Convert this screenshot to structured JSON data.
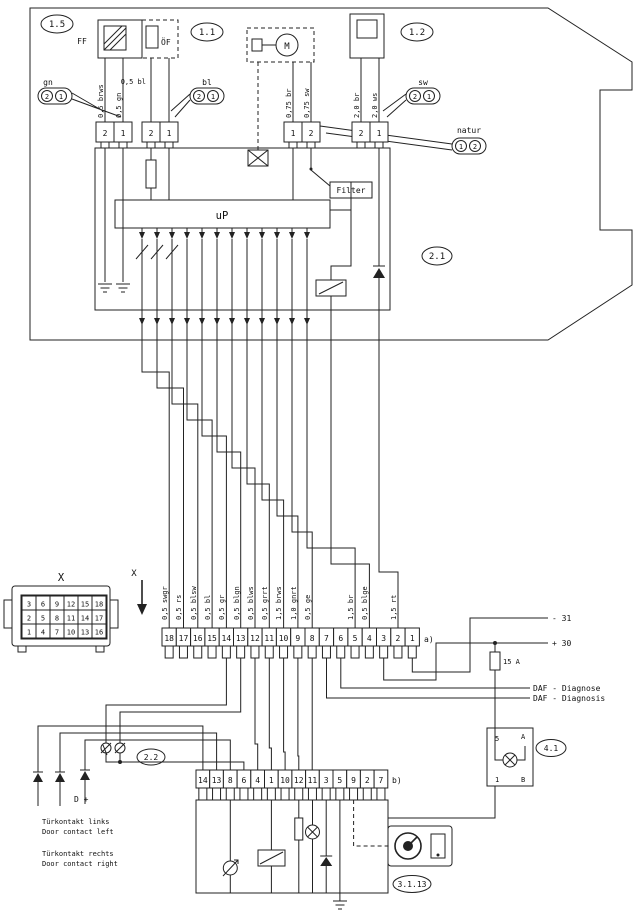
{
  "labels": {
    "m15": "1.5",
    "m11": "1.1",
    "m12": "1.2",
    "m21": "2.1",
    "m22": "2.2",
    "m41": "4.1",
    "m3113": "3.1.13",
    "ff": "FF",
    "oef": "ÖF",
    "motor": "M",
    "up": "uP",
    "filter": "Filter",
    "gn": "gn",
    "bl": "bl",
    "sw": "sw",
    "natur": "natur",
    "x_conn": "X",
    "x_arrow": "X",
    "a_label": "a)",
    "b_label": "b)",
    "minus31": "- 31",
    "plus30": "+ 30",
    "fuse": "15 A",
    "daf_de": "DAF - Diagnose",
    "daf_en": "DAF - Diagnosis",
    "dplus": "D +",
    "door_left_de": "Türkontakt links",
    "door_left_en": "Door contact left",
    "door_right_de": "Türkontakt rechts",
    "door_right_en": "Door contact right",
    "c41_top_num": "5",
    "c41_top_letter": "A",
    "c41_bottom_num": "1",
    "c41_bottom_letter": "B"
  },
  "top_wires": {
    "w1": "0,5 brws",
    "w2": "0,5 gn",
    "w3": "0,5 bl",
    "w4": "0,75 br",
    "w5": "0,75 sw",
    "w6": "2,0 br",
    "w7": "2,0 ws"
  },
  "terminals": {
    "gn": [
      "2",
      "1"
    ],
    "bl": [
      "2",
      "1"
    ],
    "sw": [
      "2",
      "1"
    ],
    "natur": [
      "1",
      "2"
    ],
    "c1": [
      "2",
      "1"
    ],
    "c2": [
      "2",
      "1"
    ],
    "c3": [
      "1",
      "2"
    ],
    "c4": [
      "2",
      "1"
    ]
  },
  "harness_wires": [
    "0,5 swgr",
    "0,5 rs",
    "0,5 blsw",
    "0,5 bl",
    "0,5 gr",
    "0,5 blgn",
    "0,5 blws",
    "0,5 grrt",
    "1,5 brws",
    "1,0 gnrt",
    "0,5 ge",
    "1,5 br",
    "0,5 blge",
    "1,5 rt"
  ],
  "connector_a": {
    "pins": [
      "18",
      "17",
      "16",
      "15",
      "14",
      "13",
      "12",
      "11",
      "10",
      "9",
      "8",
      "7",
      "6",
      "5",
      "4",
      "3",
      "2",
      "1"
    ]
  },
  "connector_b": {
    "pins": [
      "14",
      "13",
      "8",
      "6",
      "4",
      "1",
      "10",
      "12",
      "11",
      "3",
      "5",
      "9",
      "2",
      "7"
    ]
  },
  "connector_x": {
    "rows": [
      [
        "3",
        "6",
        "9",
        "12",
        "15",
        "18"
      ],
      [
        "2",
        "5",
        "8",
        "11",
        "14",
        "17"
      ],
      [
        "1",
        "4",
        "7",
        "10",
        "13",
        "16"
      ]
    ]
  }
}
